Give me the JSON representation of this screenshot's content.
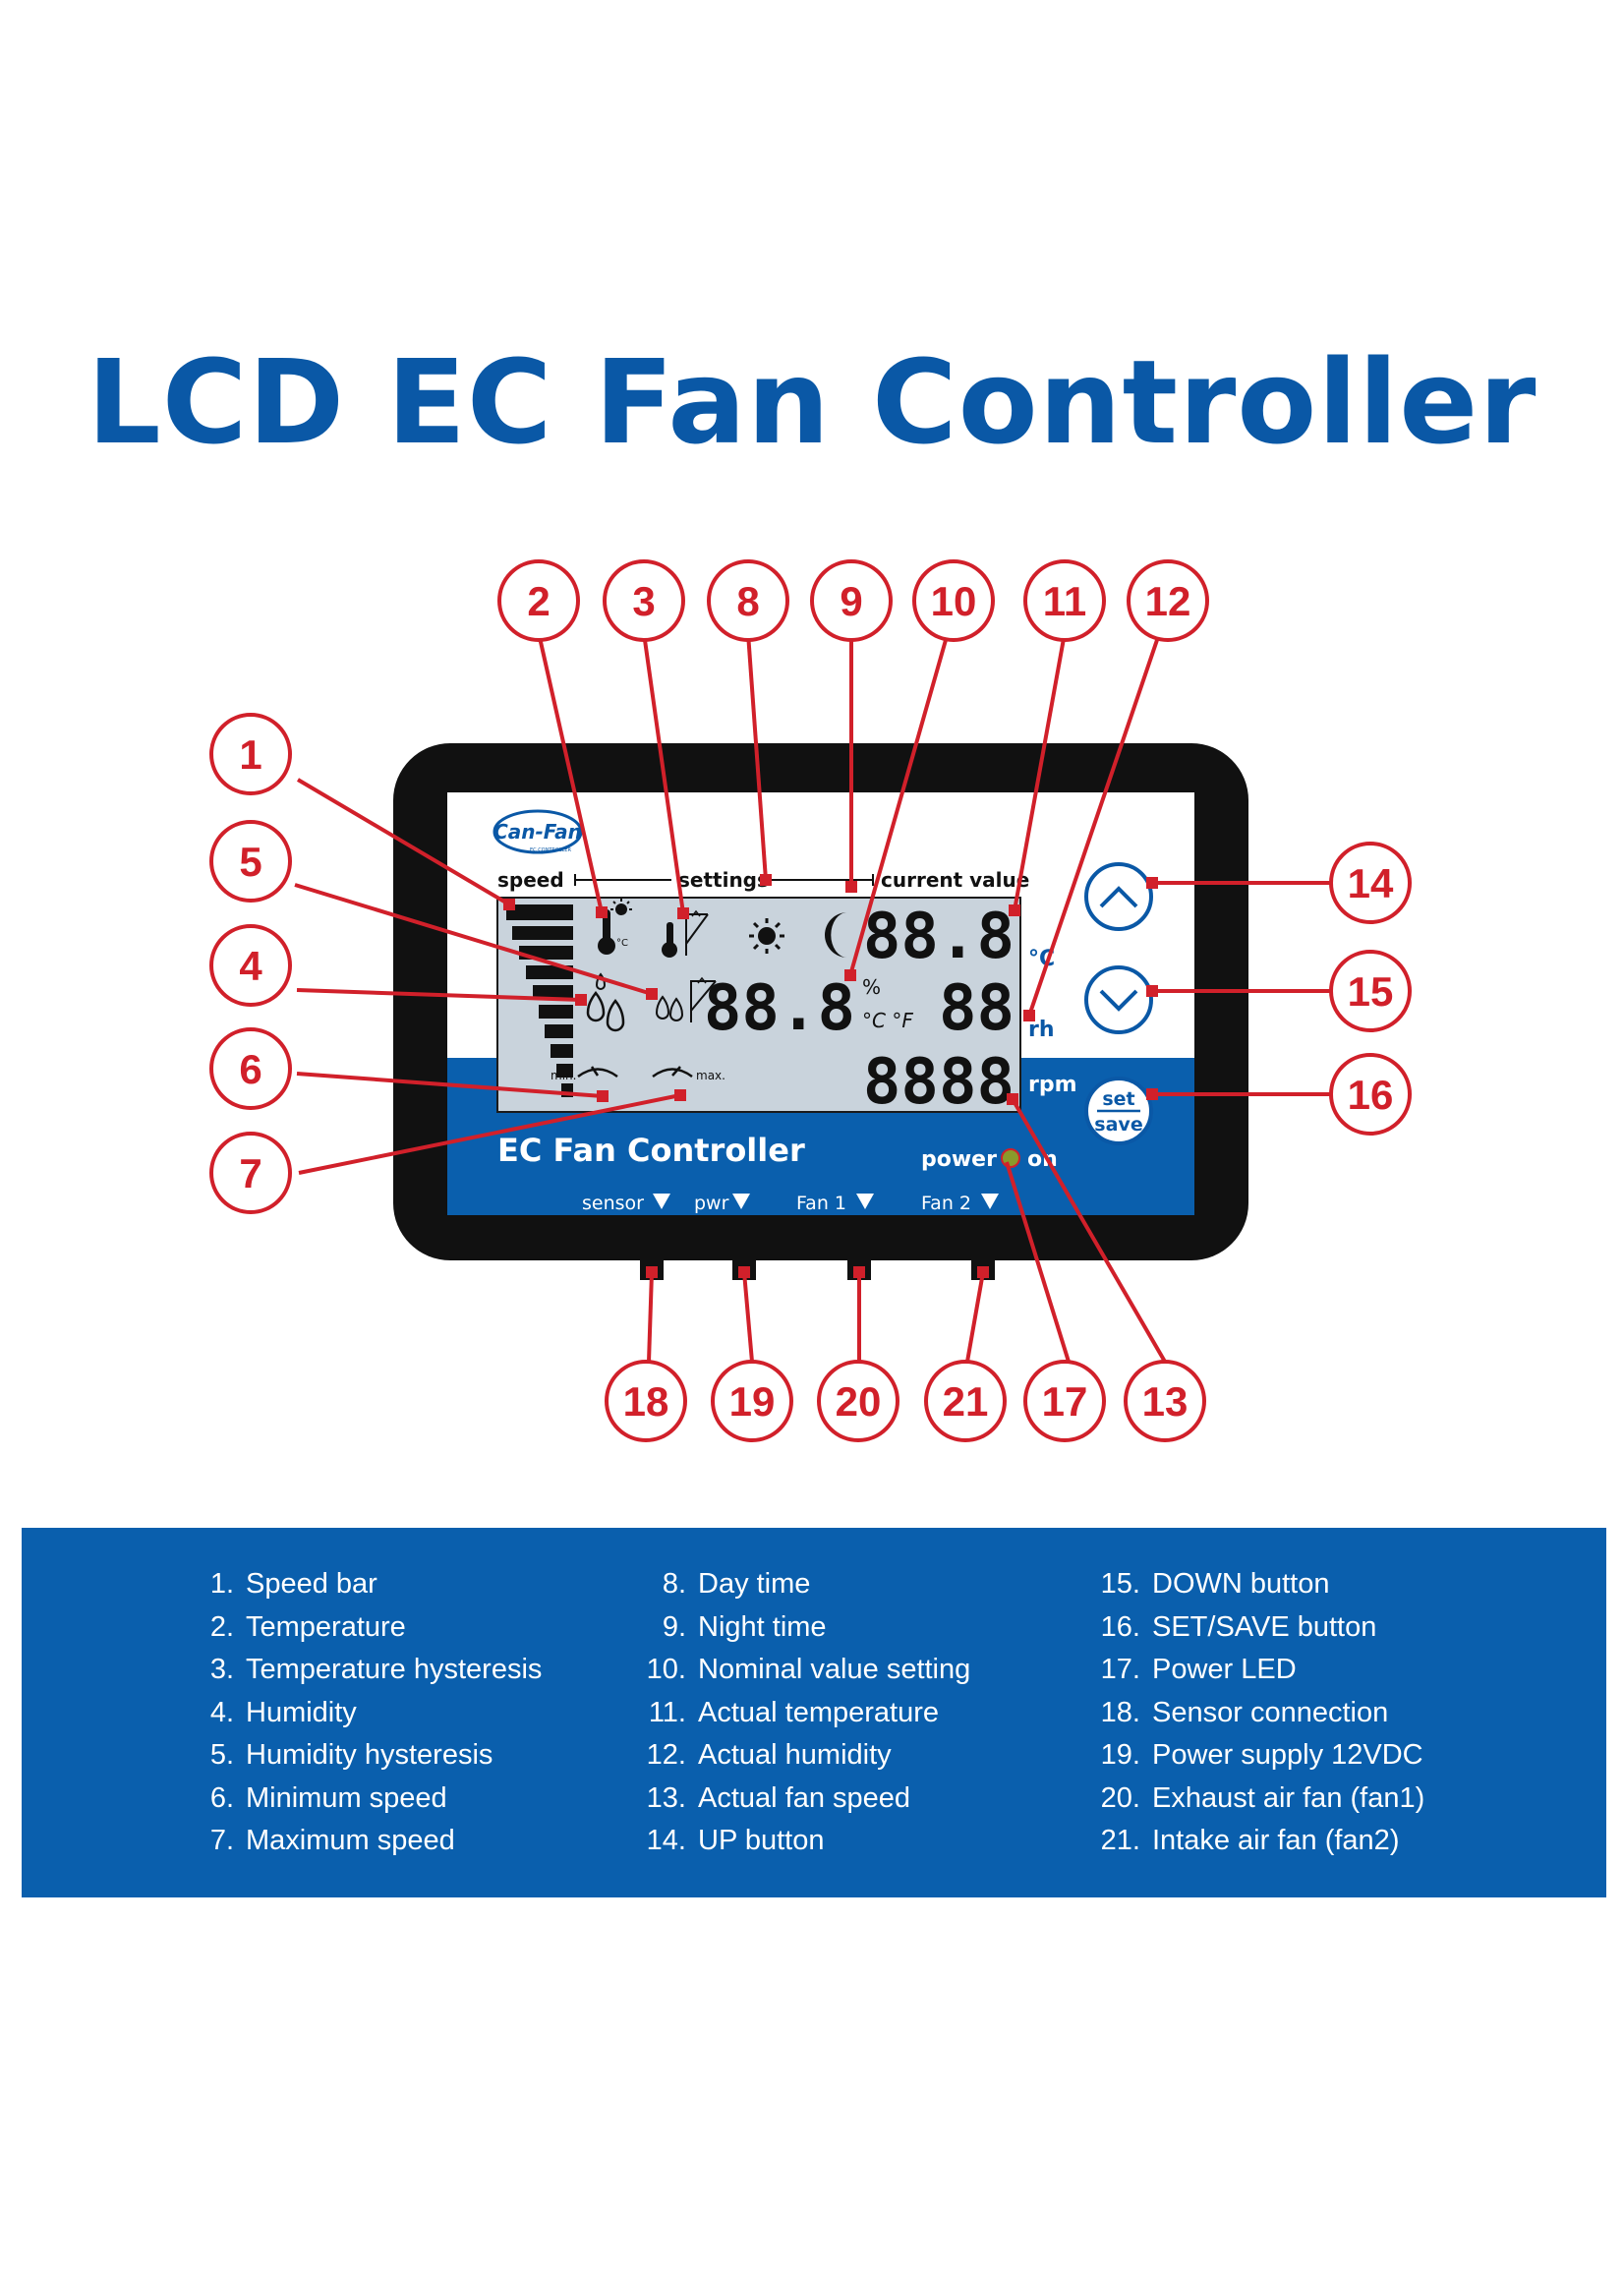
{
  "title": "LCD EC Fan Controller",
  "device": {
    "brand_logo": "Can-Fan",
    "brand_sub": "EC CONTROLLER",
    "label_speed": "speed",
    "label_settings": "settings",
    "label_current": "current value",
    "lcd": {
      "actual_temp": "88.8",
      "nominal_value": "88.8",
      "actual_humidity": "88",
      "fan_speed": "8888",
      "unit_percent": "%",
      "unit_c_f": "°C °F",
      "small_c": "°C",
      "min_label": "min.",
      "max_label": "max."
    },
    "unit_c": "°C",
    "unit_rh": "rh",
    "unit_rpm": "rpm",
    "set_label": "set",
    "save_label": "save",
    "model_name": "EC Fan Controller",
    "power_label": "power",
    "on_label": "on",
    "ports": [
      "sensor",
      "pwr",
      "Fan 1",
      "Fan 2"
    ]
  },
  "callouts": [
    "1",
    "2",
    "3",
    "4",
    "5",
    "6",
    "7",
    "8",
    "9",
    "10",
    "11",
    "12",
    "13",
    "14",
    "15",
    "16",
    "17",
    "18",
    "19",
    "20",
    "21"
  ],
  "legend": [
    {
      "num": "1.",
      "text": "Speed bar"
    },
    {
      "num": "2.",
      "text": "Temperature"
    },
    {
      "num": "3.",
      "text": "Temperature hysteresis"
    },
    {
      "num": "4.",
      "text": "Humidity"
    },
    {
      "num": "5.",
      "text": "Humidity hysteresis"
    },
    {
      "num": "6.",
      "text": "Minimum speed"
    },
    {
      "num": "7.",
      "text": "Maximum speed"
    },
    {
      "num": "8.",
      "text": "Day time"
    },
    {
      "num": "9.",
      "text": "Night time"
    },
    {
      "num": "10.",
      "text": "Nominal value setting"
    },
    {
      "num": "11.",
      "text": "Actual temperature"
    },
    {
      "num": "12.",
      "text": "Actual humidity"
    },
    {
      "num": "13.",
      "text": "Actual fan speed"
    },
    {
      "num": "14.",
      "text": "UP button"
    },
    {
      "num": "15.",
      "text": "DOWN button"
    },
    {
      "num": "16.",
      "text": "SET/SAVE button"
    },
    {
      "num": "17.",
      "text": "Power LED"
    },
    {
      "num": "18.",
      "text": "Sensor connection"
    },
    {
      "num": "19.",
      "text": "Power supply 12VDC"
    },
    {
      "num": "20.",
      "text": "Exhaust air fan (fan1)"
    },
    {
      "num": "21.",
      "text": "Intake air fan (fan2)"
    }
  ],
  "colors": {
    "brand_blue": "#0a58a6",
    "callout_red": "#d1202a",
    "lcd_gray": "#c9d3dc",
    "panel_blue": "#0a5fad"
  }
}
